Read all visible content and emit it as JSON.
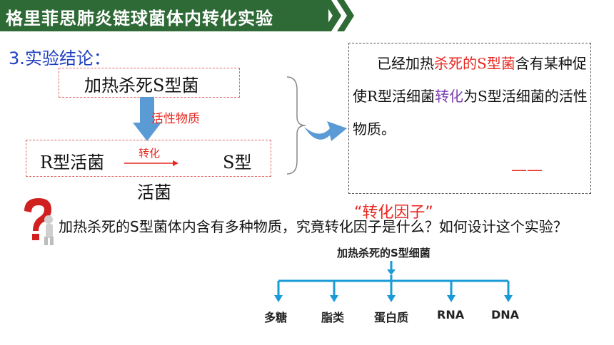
{
  "header": {
    "title": "格里菲思肺炎链球菌体内转化实验"
  },
  "section": {
    "title": "3.实验结论："
  },
  "diagram": {
    "top_box": "加热杀死S型菌",
    "active_label": "活性物质",
    "r_type": "R型活菌",
    "transform_label": "转化",
    "s_type": "S型",
    "s_type_cont": "活菌"
  },
  "conclusion": {
    "part1": "已经加热",
    "part2_red": "杀死的S型菌",
    "part3": "含有某种促使R型活细菌",
    "part4_purple": "转化",
    "part5": "为S型活细菌的活性物质。",
    "blank": "——",
    "factor": "“转化因子”"
  },
  "question": {
    "text": "加热杀死的S型菌体内含有多种物质，究竟转化因子是什么？如何设计这个实验？"
  },
  "tree": {
    "root": "加热杀死的S型细菌",
    "leaves": [
      "多糖",
      "脂类",
      "蛋白质",
      "RNA",
      "DNA"
    ]
  },
  "colors": {
    "header": "#2e6a35",
    "accent_blue": "#1f3fbf",
    "red": "#e8261f",
    "tree_blue": "#1a9ad6"
  }
}
